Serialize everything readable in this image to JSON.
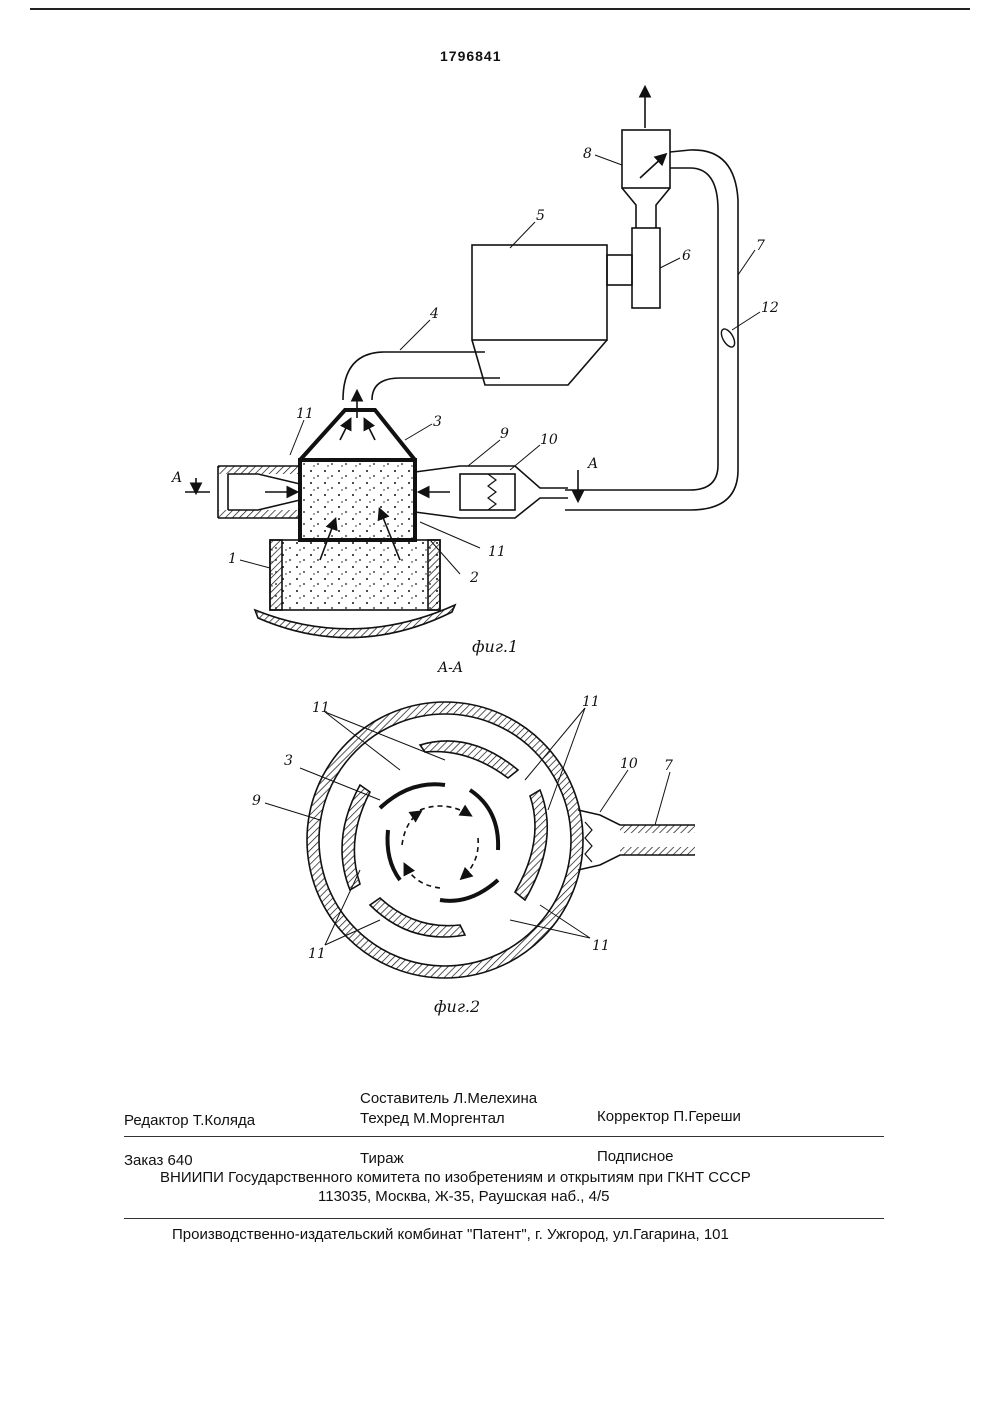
{
  "patent_number": "1796841",
  "fig1": {
    "caption": "фиг.1",
    "labels": {
      "n1": "1",
      "n2": "2",
      "n3": "3",
      "n4": "4",
      "n5": "5",
      "n6": "6",
      "n7": "7",
      "n8": "8",
      "n9": "9",
      "n10": "10",
      "n11a": "11",
      "n11b": "11",
      "n12": "12",
      "secA_left": "A",
      "secA_right": "A"
    }
  },
  "fig2": {
    "caption": "фиг.2",
    "section": "A-A",
    "labels": {
      "n3": "3",
      "n9": "9",
      "n10": "10",
      "n7": "7",
      "n11_tl": "11",
      "n11_tr": "11",
      "n11_bl": "11",
      "n11_br": "11"
    }
  },
  "colophon": {
    "compiler": "Составитель Л.Мелехина",
    "editor": "Редактор  Т.Коляда",
    "techred": "Техред М.Моргентал",
    "corrector": "Корректор  П.Гереши",
    "order": "Заказ 640",
    "circulation": "Тираж",
    "subscription": "Подписное",
    "institute": "ВНИИПИ Государственного комитета по изобретениям и открытиям при ГКНТ СССР",
    "address": "113035, Москва, Ж-35, Раушская наб., 4/5",
    "printer": "Производственно-издательский комбинат \"Патент\", г. Ужгород, ул.Гагарина, 101"
  }
}
